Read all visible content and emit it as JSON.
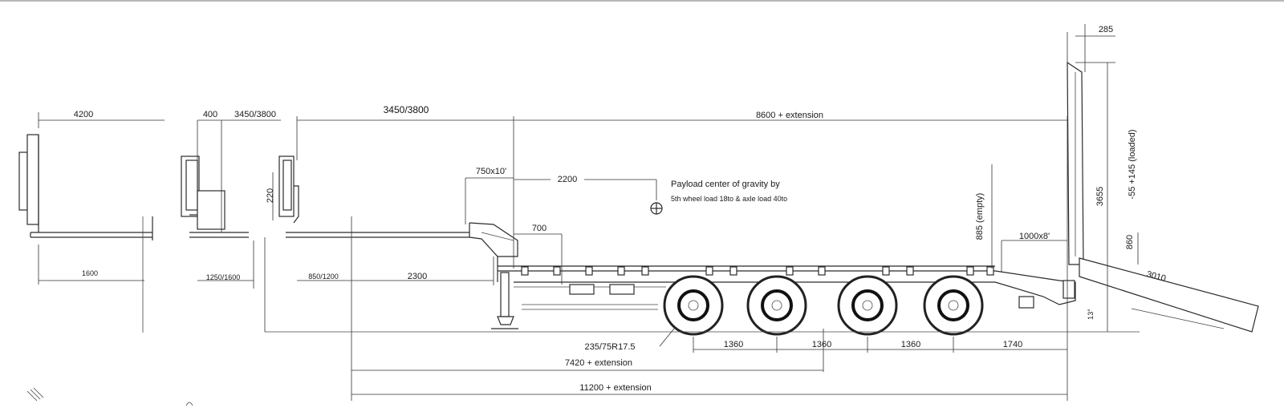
{
  "dimensions": {
    "front_width": "4200",
    "front_track": "1600",
    "side_offset": "400",
    "side_top": "3450/3800",
    "neck_height": "220",
    "side_bottom": "1250/1600",
    "gooseneck_length": "3450/3800",
    "deck_length": "8600 + extension",
    "neck_rise": "750x10'",
    "cg_offset": "2200",
    "step_700": "700",
    "front_overhang": "850/1200",
    "kingpin_2300": "2300",
    "deck_height_empty": "885 (empty)",
    "ramp_size": "1000x8'",
    "height_860": "860",
    "height_3655": "3655",
    "deck_height_loaded": "-55 +145 (loaded)",
    "top_285": "285",
    "ramp_3010": "3010",
    "tire_size": "235/75R17.5",
    "axle_spacing_1": "1360",
    "axle_spacing_2": "1360",
    "axle_spacing_3": "1360",
    "rear_overhang": "1740",
    "wheelbase": "7420 + extension",
    "overall_length": "11200 + extension",
    "ramp_angle": "13°"
  },
  "notes": {
    "payload_line1": "Payload center of gravity by",
    "payload_line2": "5th wheel load 18to & axle load 40to"
  }
}
